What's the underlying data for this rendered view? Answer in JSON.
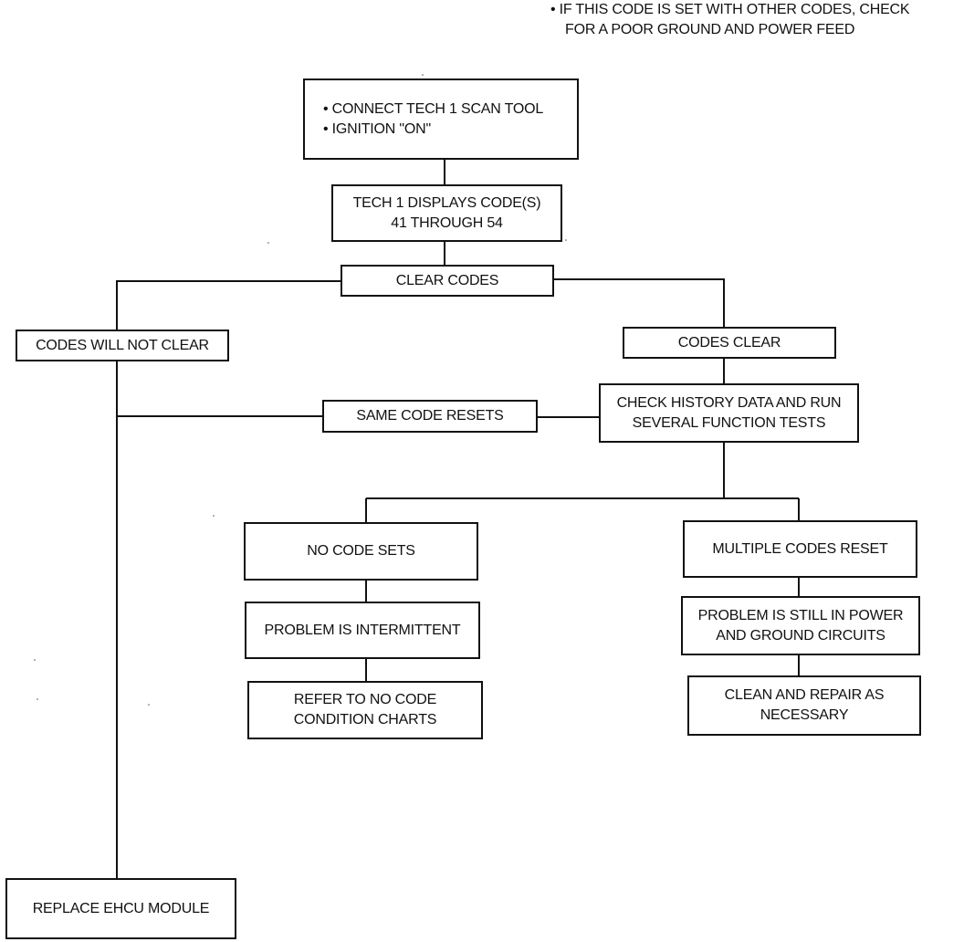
{
  "note": {
    "line1": "• IF THIS CODE IS SET WITH OTHER CODES, CHECK",
    "line2": "FOR A POOR GROUND AND POWER FEED"
  },
  "nodes": {
    "start": {
      "lines": [
        "• CONNECT TECH 1 SCAN TOOL",
        "• IGNITION \"ON\""
      ]
    },
    "tech1_displays": {
      "lines": [
        "TECH 1 DISPLAYS CODE(S)",
        "41 THROUGH 54"
      ]
    },
    "clear_codes": {
      "lines": [
        "CLEAR CODES"
      ]
    },
    "codes_will_not_clear": {
      "lines": [
        "CODES WILL NOT CLEAR"
      ]
    },
    "codes_clear": {
      "lines": [
        "CODES CLEAR"
      ]
    },
    "same_code_resets": {
      "lines": [
        "SAME CODE RESETS"
      ]
    },
    "check_history": {
      "lines": [
        "CHECK HISTORY DATA AND RUN",
        "SEVERAL FUNCTION TESTS"
      ]
    },
    "no_code_sets": {
      "lines": [
        "NO CODE SETS"
      ]
    },
    "multiple_codes_reset": {
      "lines": [
        "MULTIPLE CODES RESET"
      ]
    },
    "problem_intermittent": {
      "lines": [
        "PROBLEM IS INTERMITTENT"
      ]
    },
    "problem_power_ground": {
      "lines": [
        "PROBLEM IS STILL IN POWER",
        "AND GROUND CIRCUITS"
      ]
    },
    "refer_no_code": {
      "lines": [
        "REFER TO NO CODE",
        "CONDITION CHARTS"
      ]
    },
    "clean_repair": {
      "lines": [
        "CLEAN AND REPAIR AS",
        "NECESSARY"
      ]
    },
    "replace_ehcu": {
      "lines": [
        "REPLACE EHCU MODULE"
      ]
    }
  },
  "colors": {
    "line": "#111111",
    "box_border": "#111111",
    "background": "#ffffff"
  }
}
